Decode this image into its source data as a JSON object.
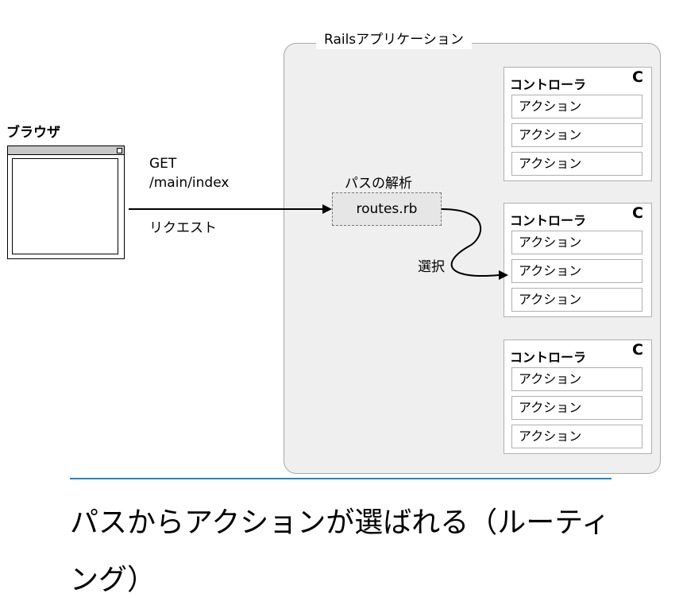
{
  "diagram": {
    "app_title": "Railsアプリケーション",
    "browser": {
      "label": "ブラウザ",
      "request_method": "GET",
      "request_path": "/main/index",
      "request_label": "リクエスト"
    },
    "routes": {
      "caption": "パスの解析",
      "file": "routes.rb",
      "select_label": "選択"
    },
    "controllers": [
      {
        "label": "コントローラ",
        "badge": "C",
        "actions": [
          "アクション",
          "アクション",
          "アクション"
        ]
      },
      {
        "label": "コントローラ",
        "badge": "C",
        "actions": [
          "アクション",
          "アクション",
          "アクション"
        ]
      },
      {
        "label": "コントローラ",
        "badge": "C",
        "actions": [
          "アクション",
          "アクション",
          "アクション"
        ]
      }
    ]
  },
  "caption": "パスからアクションが選ばれる（ルーティング）"
}
